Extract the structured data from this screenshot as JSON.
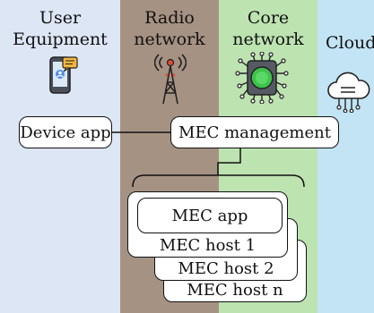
{
  "columns": {
    "ue": "User\nEquipment",
    "radio": "Radio\nnetwork",
    "core": "Core\nnetwork",
    "cloud": "Cloud"
  },
  "boxes": {
    "device_app": "Device app",
    "mec_management": "MEC management",
    "mec_app": "MEC app",
    "mec_host_1": "MEC host 1",
    "mec_host_2": "MEC host 2",
    "mec_host_n": "MEC host n"
  },
  "icons": {
    "ue": "smartphone-icon",
    "radio": "radio-tower-icon",
    "core": "processor-chip-icon",
    "cloud": "cloud-network-icon"
  },
  "colors": {
    "ue_bg": "#dce6f5",
    "radio_bg": "#a69283",
    "core_bg": "#bde3b1",
    "cloud_bg": "#c2e4f5"
  }
}
